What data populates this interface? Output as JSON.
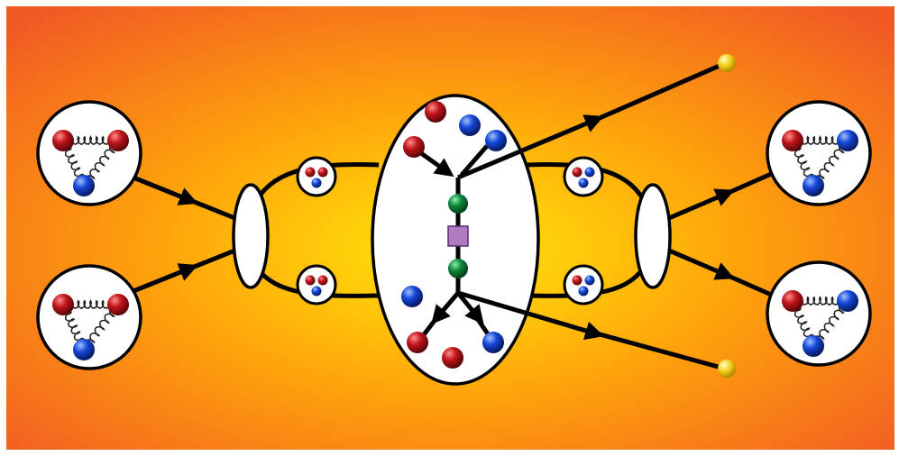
{
  "diagram": {
    "background_colors": {
      "center": "#ffe60a",
      "mid": "#ffa60a",
      "edge": "#f15a24",
      "frame": "#ffffff"
    },
    "quark_colors": {
      "red": "#c0141b",
      "blue": "#1546d8",
      "green": "#0b8a3c",
      "yellow": "#f5d11a",
      "square": "#b07ac0"
    },
    "left_nucleons": [
      {
        "quarks": [
          "red",
          "red",
          "blue"
        ]
      },
      {
        "quarks": [
          "red",
          "red",
          "blue"
        ]
      }
    ],
    "right_nucleons": [
      {
        "quarks": [
          "red",
          "blue",
          "blue"
        ]
      },
      {
        "quarks": [
          "red",
          "blue",
          "blue"
        ]
      }
    ],
    "left_mini_clusters": [
      {
        "quarks": [
          "red",
          "red",
          "blue"
        ]
      },
      {
        "quarks": [
          "red",
          "red",
          "blue"
        ]
      }
    ],
    "right_mini_clusters": [
      {
        "quarks": [
          "red",
          "blue",
          "blue"
        ]
      },
      {
        "quarks": [
          "red",
          "blue",
          "blue"
        ]
      }
    ],
    "central_blob": {
      "free_quarks": [
        "red",
        "blue",
        "blue",
        "blue",
        "red"
      ],
      "vertex_chain": [
        "green",
        "square",
        "green"
      ],
      "incoming_quarks": [
        "red",
        "red",
        "blue"
      ]
    },
    "outgoing_leptons": [
      "yellow",
      "yellow"
    ],
    "icons": [
      "gluon-spring-icon",
      "fermion-arrow-icon"
    ]
  }
}
